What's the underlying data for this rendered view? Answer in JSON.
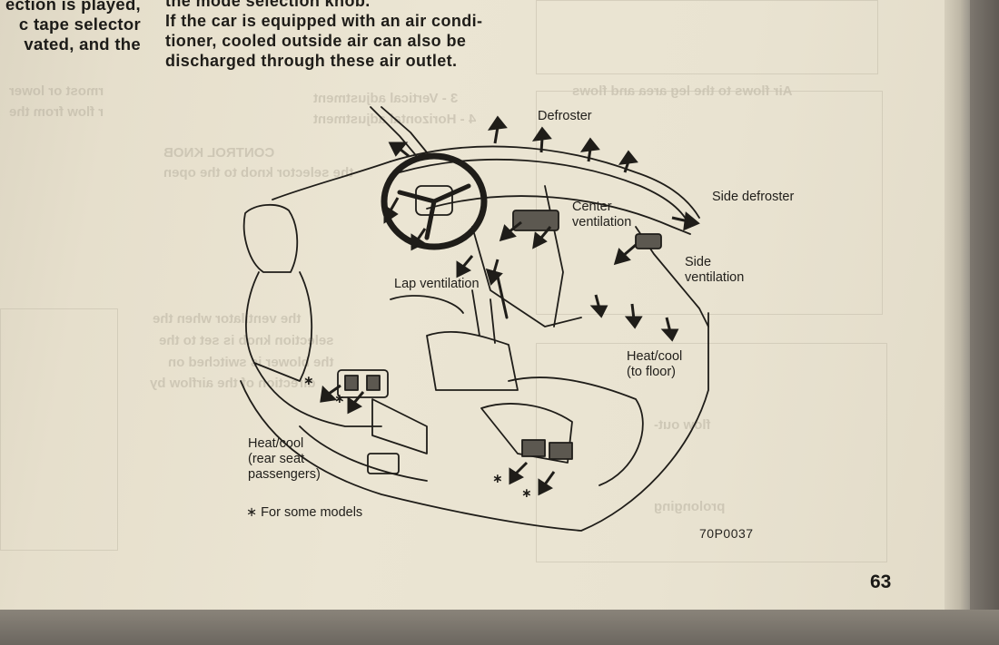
{
  "left_column": {
    "lines": [
      "ection is played,",
      "c tape selector",
      "vated, and the"
    ]
  },
  "top_paragraph": {
    "lines": [
      "the mode selection knob.",
      "If the car is equipped with an air condi-",
      "tioner, cooled outside air  can also be",
      "discharged through these air outlet."
    ]
  },
  "figure": {
    "labels": {
      "defroster": "Defroster",
      "side_defroster": "Side defroster",
      "center_ventilation_1": "Center",
      "center_ventilation_2": "ventilation",
      "side_ventilation_1": "Side",
      "side_ventilation_2": "ventilation",
      "lap_ventilation": "Lap ventilation",
      "heat_cool_floor_1": "Heat/cool",
      "heat_cool_floor_2": "(to floor)",
      "heat_cool_rear_1": "Heat/cool",
      "heat_cool_rear_2": "(rear seat",
      "heat_cool_rear_3": "passengers)",
      "for_some_models": "∗ For some models"
    },
    "code": "70P0037"
  },
  "page_number": "63",
  "colors": {
    "paper": "#ebe5d3",
    "ink": "#1f1d19"
  }
}
